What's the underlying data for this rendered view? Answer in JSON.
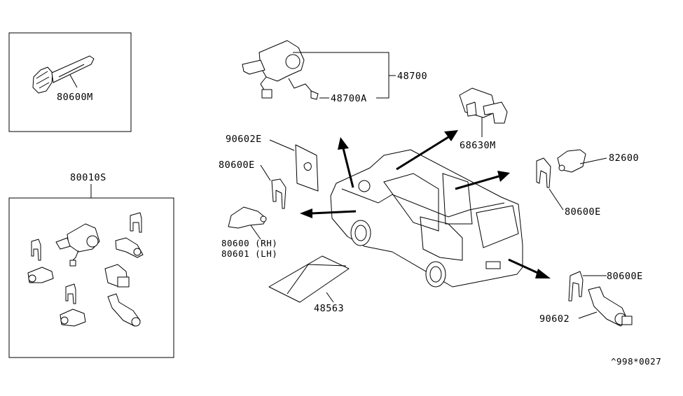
{
  "diagram": {
    "title": "Key Set & Cylinder Lock Parts Diagram",
    "reference_code": "^998*0027",
    "callouts": [
      {
        "id": "key_master",
        "part_no": "80600M"
      },
      {
        "id": "lock_set",
        "part_no": "80010S"
      },
      {
        "id": "ignition_steering_lock",
        "part_no": "48700"
      },
      {
        "id": "ignition_switch_screw",
        "part_no": "48700A"
      },
      {
        "id": "fuel_door_escutcheon",
        "part_no": "90602E"
      },
      {
        "id": "front_door_retainer",
        "part_no": "80600E"
      },
      {
        "id": "front_door_cylinder_rh",
        "part_no": "80600 (RH)"
      },
      {
        "id": "front_door_cylinder_lh",
        "part_no": "80601 (LH)"
      },
      {
        "id": "glove_box_lock",
        "part_no": "68630M"
      },
      {
        "id": "slide_door_lock",
        "part_no": "82600"
      },
      {
        "id": "slide_door_retainer",
        "part_no": "80600E"
      },
      {
        "id": "key_holder_pad",
        "part_no": "48563"
      },
      {
        "id": "back_door_retainer",
        "part_no": "80600E"
      },
      {
        "id": "back_door_cylinder",
        "part_no": "90602"
      }
    ]
  }
}
